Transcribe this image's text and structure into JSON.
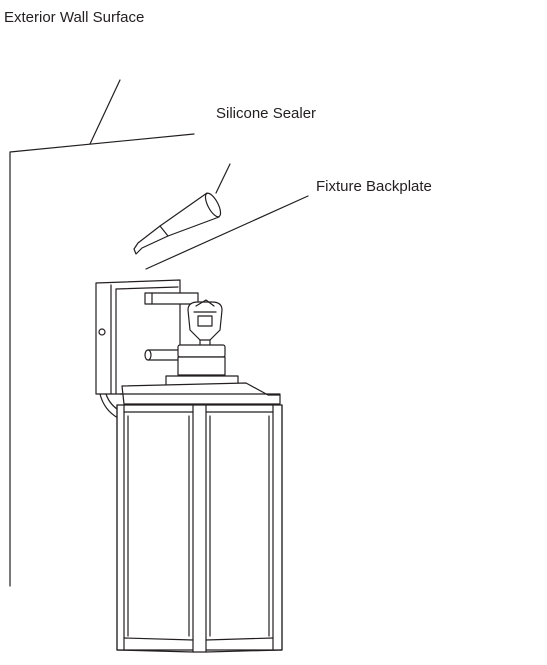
{
  "labels": {
    "wall": "Exterior Wall Surface",
    "sealer": "Silicone Sealer",
    "backplate": "Fixture Backplate"
  },
  "colors": {
    "line": "#231f20",
    "background": "#ffffff"
  }
}
